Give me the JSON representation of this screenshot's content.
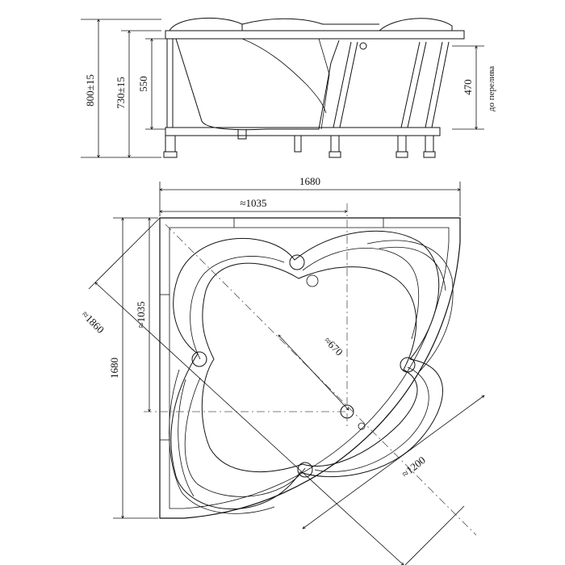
{
  "drawing": {
    "side_view": {
      "dim_total_height": "800±15",
      "dim_rim_height": "730±15",
      "dim_inner_height": "550",
      "dim_overflow_height": "470",
      "overflow_note": "до перелива"
    },
    "top_view": {
      "dim_width_top": "1680",
      "dim_depth_left": "1680",
      "dim_partial_top": "≈1035",
      "dim_partial_left": "≈1035",
      "dim_diagonal": "≈1860",
      "dim_inner_diag": "≈670",
      "dim_front_arc": "≈1200"
    }
  }
}
